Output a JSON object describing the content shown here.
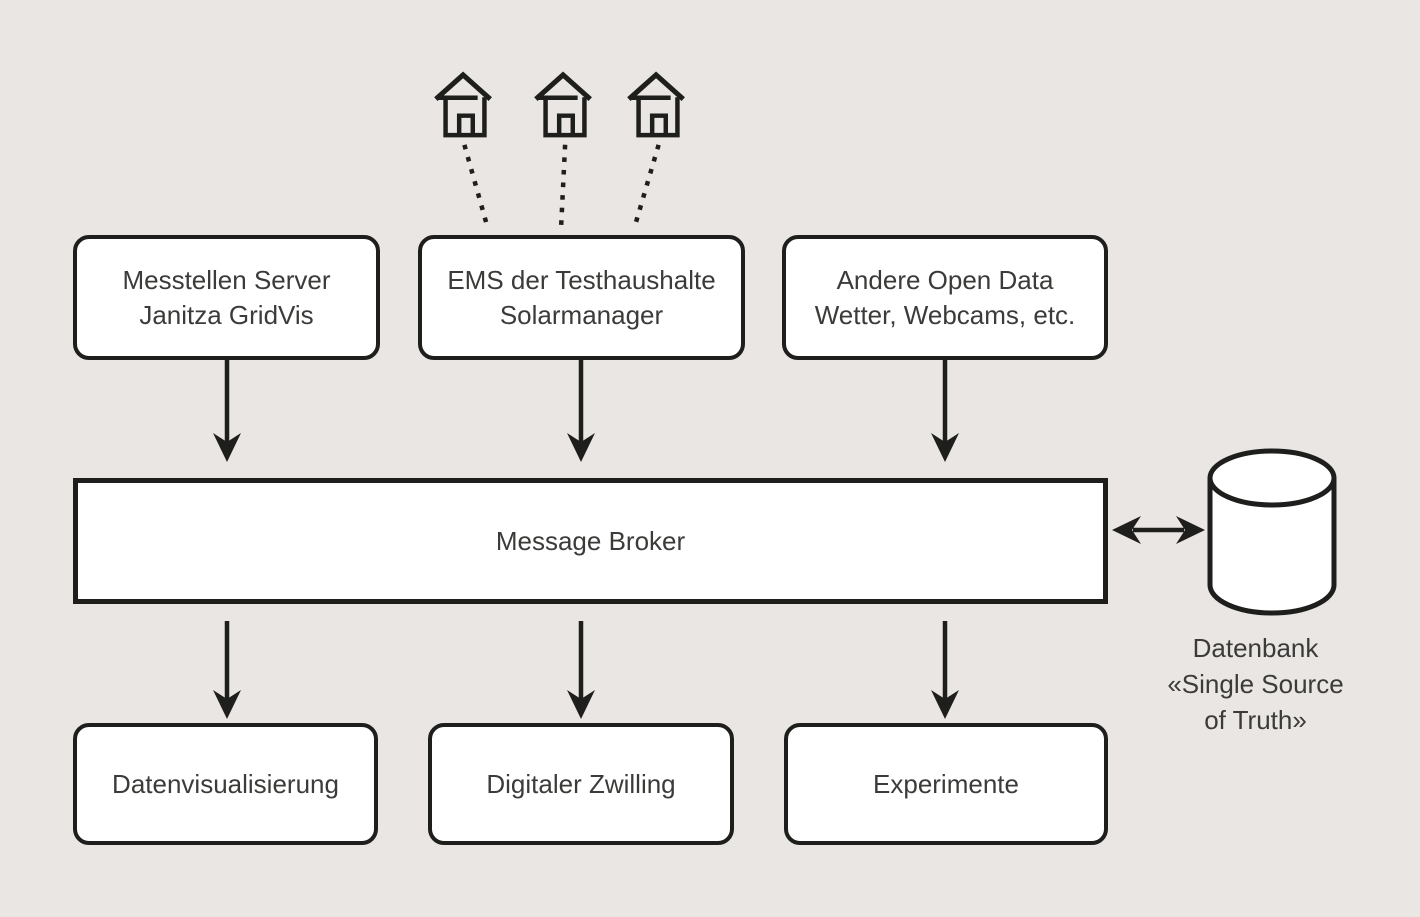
{
  "diagram": {
    "background_color": "#e9e6e3",
    "stroke_color": "#1e1e1c",
    "text_color": "#3b3b39",
    "node_fill": "#ffffff"
  },
  "sources": [
    {
      "lines": [
        "Messtellen Server",
        "Janitza GridVis"
      ]
    },
    {
      "lines": [
        "EMS der Testhaushalte",
        "Solarmanager"
      ]
    },
    {
      "lines": [
        "Andere Open Data",
        "Wetter, Webcams, etc."
      ]
    }
  ],
  "broker": {
    "label": "Message Broker"
  },
  "database": {
    "lines": [
      "Datenbank",
      "«Single Source",
      "of Truth»"
    ]
  },
  "consumers": [
    {
      "label": "Datenvisualisierung"
    },
    {
      "label": "Digitaler Zwilling"
    },
    {
      "label": "Experimente"
    }
  ],
  "icons": {
    "house": "house-icon",
    "database": "database-cylinder-icon"
  }
}
